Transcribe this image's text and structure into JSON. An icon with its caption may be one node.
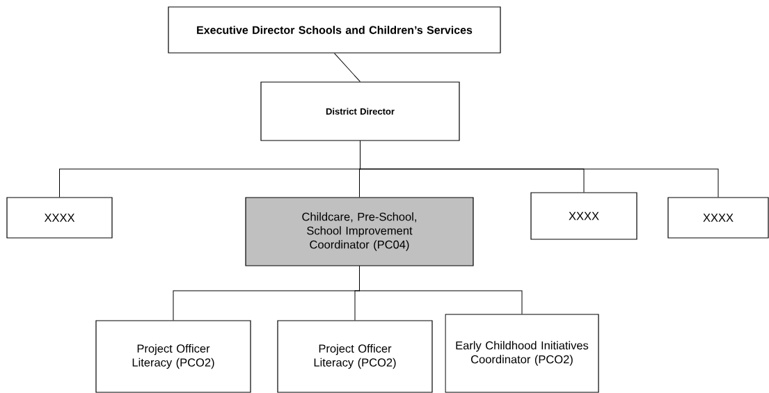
{
  "diagram": {
    "nodes": [
      {
        "text": [
          "Executive Director Schools and Children’s Services"
        ]
      },
      {
        "text": [
          "District Director"
        ]
      },
      {
        "text": [
          "XXXX"
        ]
      },
      {
        "text": [
          "Childcare, Pre-School, School Improvement Coordinator (PC04)"
        ]
      },
      {
        "text": [
          "XXXX"
        ]
      },
      {
        "text": [
          "XXXX"
        ]
      },
      {
        "text": [
          "Project Officer Literacy (PCO2)"
        ]
      },
      {
        "text": [
          "Project Officer Literacy (PCO2)"
        ]
      },
      {
        "text": [
          "Early Childhood Initiatives Coordinator (PCO2)"
        ]
      }
    ],
    "edges": [
      {
        "from": 0,
        "to": 1,
        "arrow": "none"
      },
      {
        "from": 1,
        "to": 2,
        "arrow": "none"
      },
      {
        "from": 1,
        "to": 3,
        "arrow": "none"
      },
      {
        "from": 1,
        "to": 4,
        "arrow": "none"
      },
      {
        "from": 1,
        "to": 5,
        "arrow": "none"
      },
      {
        "from": 3,
        "to": 6,
        "arrow": "none"
      },
      {
        "from": 3,
        "to": 7,
        "arrow": "none"
      },
      {
        "from": 3,
        "to": 8,
        "arrow": "none"
      }
    ]
  }
}
